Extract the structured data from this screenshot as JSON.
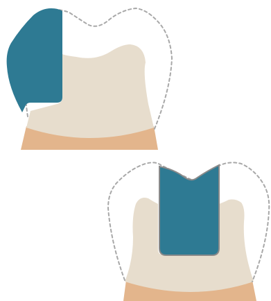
{
  "colors": {
    "background": "#ffffff",
    "tooth": "#e7ddcd",
    "gum": "#e3b58c",
    "restoration": "#2e7a93",
    "restoration_outline": "#8a8a8a",
    "dashed_outline": "#a8a8a8"
  },
  "figures": [
    {
      "name": "upper-tooth-figure",
      "restoration_type": "partial-crown-side"
    },
    {
      "name": "lower-tooth-figure",
      "restoration_type": "core-post-center"
    }
  ]
}
